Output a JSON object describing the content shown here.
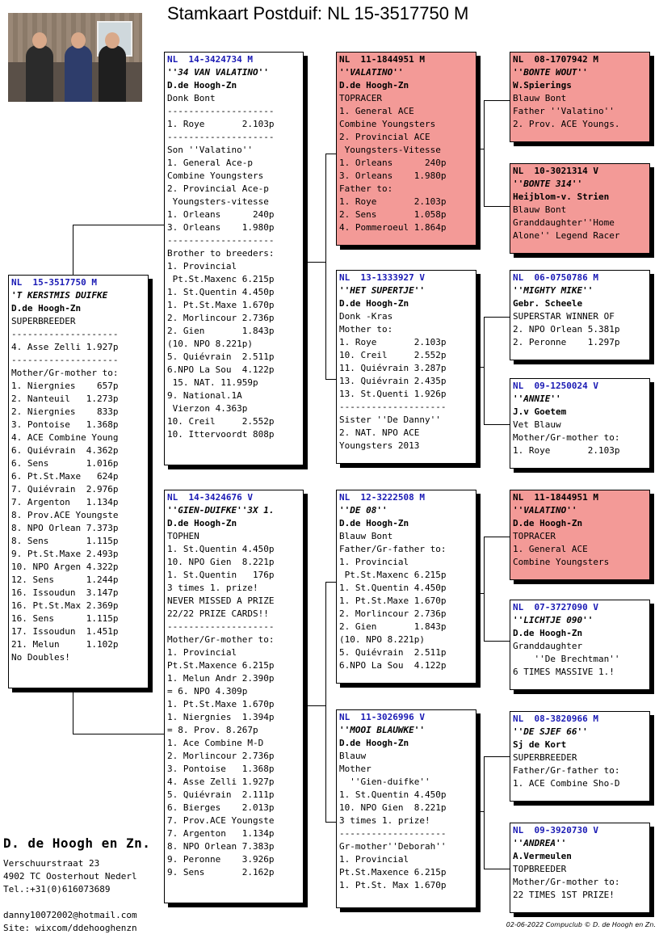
{
  "title": "Stamkaart Postduif: NL  15-3517750 M",
  "owner": {
    "name": "D. de Hoogh en Zn.",
    "address": "Verschuurstraat 23",
    "city": "4902 TC  Oosterhout Nederl",
    "phone": "Tel.:+31(0)616073689",
    "email": "danny10072002@hotmail.com",
    "site": "Site: wixcom/ddehooghenzn"
  },
  "footer_note": "02-06-2022  Compuclub © D. de Hoogh en Zn.",
  "pigeons": {
    "main": {
      "ring": "NL  15-3517750 M",
      "lines": [
        "'T KERSTMIS DUIFKE",
        "D.de Hoogh-Zn",
        "SUPERBREEDER",
        "--------------------",
        "4. Asse Zelli 1.927p",
        "--------------------",
        "Mother/Gr-mother to:",
        "1. Niergnies    657p",
        "2. Nanteuil   1.273p",
        "2. Niergnies    833p",
        "3. Pontoise   1.368p",
        "4. ACE Combine Young",
        "6. Quiévrain  4.362p",
        "6. Sens       1.016p",
        "6. Pt.St.Maxe   624p",
        "7. Quiévrain  2.976p",
        "7. Argenton   1.134p",
        "8. Prov.ACE Youngste",
        "8. NPO Orlean 7.373p",
        "8. Sens       1.115p",
        "9. Pt.St.Maxe 2.493p",
        "10. NPO Argen 4.322p",
        "12. Sens      1.244p",
        "16. Issoudun  3.147p",
        "16. Pt.St.Max 2.369p",
        "16. Sens      1.115p",
        "17. Issoudun  1.451p",
        "21. Melun     1.102p",
        "No Doubles!"
      ]
    },
    "father": {
      "ring": "NL  14-3424734 M",
      "lines": [
        "''34 VAN VALATINO''",
        "D.de Hoogh-Zn",
        "Donk Bont",
        "--------------------",
        "1. Roye       2.103p",
        "--------------------",
        "Son ''Valatino''",
        "1. General Ace-p",
        "Combine Youngsters",
        "2. Provincial Ace-p",
        " Youngsters-vitesse",
        "1. Orleans      240p",
        "3. Orleans    1.980p",
        "--------------------",
        "Brother to breeders:",
        "1. Provincial",
        " Pt.St.Maxenc 6.215p",
        "1. St.Quentin 4.450p",
        "1. Pt.St.Maxe 1.670p",
        "2. Morlincour 2.736p",
        "2. Gien       1.843p",
        "(10. NPO 8.221p)",
        "5. Quiévrain  2.511p",
        "6.NPO La Sou  4.122p",
        " 15. NAT. 11.959p",
        "9. National.1A",
        " Vierzon 4.363p",
        "10. Creil     2.552p",
        "10. Ittervoordt 808p"
      ]
    },
    "mother": {
      "ring": "NL  14-3424676 V",
      "lines": [
        "''GIEN-DUIFKE''3X 1.",
        "D.de Hoogh-Zn",
        "TOPHEN",
        "1. St.Quentin 4.450p",
        "10. NPO Gien  8.221p",
        "1. St.Quentin   176p",
        "3 times 1. prize!",
        "NEVER MISSED A PRIZE",
        "22/22 PRIZE CARDS!!",
        "--------------------",
        "Mother/Gr-mother to:",
        "1. Provincial",
        "Pt.St.Maxence 6.215p",
        "1. Melun Andr 2.390p",
        "= 6. NPO 4.309p",
        "1. Pt.St.Maxe 1.670p",
        "1. Niergnies  1.394p",
        "= 8. Prov. 8.267p",
        "1. Ace Combine M-D",
        "2. Morlincour 2.736p",
        "3. Pontoise   1.368p",
        "4. Asse Zelli 1.927p",
        "5. Quiévrain  2.111p",
        "6. Bierges    2.013p",
        "7. Prov.ACE Youngste",
        "7. Argenton   1.134p",
        "8. NPO Orlean 7.383p",
        "9. Peronne    3.926p",
        "9. Sens       2.162p"
      ]
    },
    "ff": {
      "ring": "NL  11-1844951 M",
      "lines": [
        "''VALATINO''",
        "D.de Hoogh-Zn",
        "TOPRACER",
        "1. General ACE",
        "Combine Youngsters",
        "2. Provincial ACE",
        " Youngsters-Vitesse",
        "1. Orleans      240p",
        "3. Orleans    1.980p",
        "Father to:",
        "1. Roye       2.103p",
        "2. Sens       1.058p",
        "4. Pommeroeul 1.864p"
      ]
    },
    "fm": {
      "ring": "NL  13-1333927 V",
      "lines": [
        "''HET SUPERTJE''",
        "D.de Hoogh-Zn",
        "Donk -Kras",
        "Mother to:",
        "1. Roye       2.103p",
        "10. Creil     2.552p",
        "11. Quiévrain 3.287p",
        "13. Quiévrain 2.435p",
        "13. St.Quenti 1.926p",
        "--------------------",
        "Sister ''De Danny''",
        "2. NAT. NPO ACE",
        "Youngsters 2013"
      ]
    },
    "mf": {
      "ring": "NL  12-3222508 M",
      "lines": [
        "''DE 08''",
        "D.de Hoogh-Zn",
        "Blauw Bont",
        "Father/Gr-father to:",
        "1. Provincial",
        " Pt.St.Maxenc 6.215p",
        "1. St.Quentin 4.450p",
        "1. Pt.St.Maxe 1.670p",
        "2. Morlincour 2.736p",
        "2. Gien       1.843p",
        "(10. NPO 8.221p)",
        "5. Quiévrain  2.511p",
        "6.NPO La Sou  4.122p"
      ]
    },
    "mm": {
      "ring": "NL  11-3026996 V",
      "lines": [
        "''MOOI BLAUWKE''",
        "D.de Hoogh-Zn",
        "Blauw",
        "Mother",
        "  ''Gien-duifke''",
        "1. St.Quentin 4.450p",
        "10. NPO Gien  8.221p",
        "3 times 1. prize!",
        "--------------------",
        "Gr-mother''Deborah''",
        "1. Provincial",
        "Pt.St.Maxence 6.215p",
        "1. Pt.St. Max 1.670p"
      ]
    },
    "fff": {
      "ring": "NL  08-1707942 M",
      "lines": [
        "''BONTE WOUT''",
        "W.Spierings",
        "Blauw Bont",
        "Father ''Valatino''",
        "2. Prov. ACE Youngs."
      ]
    },
    "ffm": {
      "ring": "NL  10-3021314 V",
      "lines": [
        "''BONTE 314''",
        "Heijblom-v. Strien",
        "Blauw Bont",
        "Granddaughter''Home",
        "Alone'' Legend Racer"
      ]
    },
    "fmf": {
      "ring": "NL  06-0750786 M",
      "lines": [
        "''MIGHTY MIKE''",
        "Gebr. Scheele",
        "SUPERSTAR WINNER OF",
        "2. NPO Orlean 5.381p",
        "2. Peronne    1.297p"
      ]
    },
    "fmm": {
      "ring": "NL  09-1250024 V",
      "lines": [
        "''ANNIE''",
        "J.v Goetem",
        "Vet Blauw",
        "Mother/Gr-mother to:",
        "1. Roye       2.103p"
      ]
    },
    "mff": {
      "ring": "NL  11-1844951 M",
      "lines": [
        "''VALATINO''",
        "D.de Hoogh-Zn",
        "TOPRACER",
        "1. General ACE",
        "Combine Youngsters"
      ]
    },
    "mfm": {
      "ring": "NL  07-3727090 V",
      "lines": [
        "''LICHTJE 090''",
        "D.de Hoogh-Zn",
        "Granddaughter",
        "    ''De Brechtman''",
        "6 TIMES MASSIVE 1.!"
      ]
    },
    "mmf": {
      "ring": "NL  08-3820966 M",
      "lines": [
        "''DE SJEF 66''",
        "Sj de Kort",
        "SUPERBREEDER",
        "Father/Gr-father to:",
        "1. ACE Combine Sho-D"
      ]
    },
    "mmm": {
      "ring": "NL  09-3920730 V",
      "lines": [
        "''ANDREA''",
        "A.Vermeulen",
        "TOPBREEDER",
        "Mother/Gr-mother to:",
        "22 TIMES 1ST PRIZE!"
      ]
    }
  },
  "colors": {
    "highlight": "#f39a97",
    "ring_blue": "#1a1ab4"
  }
}
